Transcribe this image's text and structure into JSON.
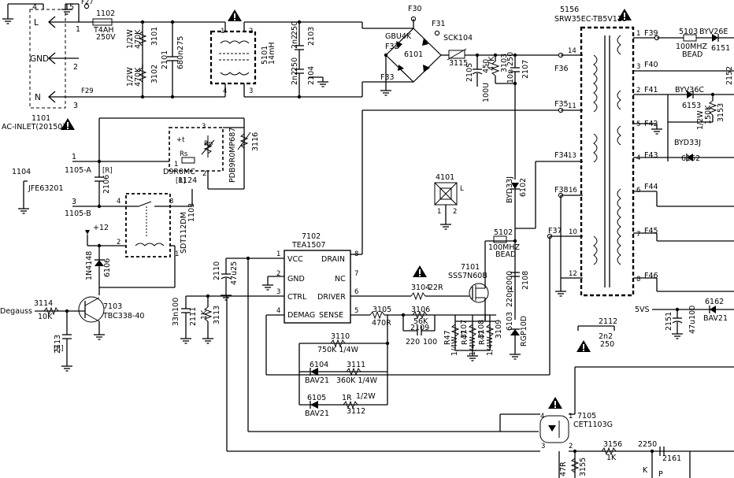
{
  "inlet": {
    "ref": "1101",
    "name": "AC-INLET(20150)",
    "pins": {
      "p4": "4",
      "p5": "5",
      "p2": "2",
      "p1": "1",
      "p3": "3"
    },
    "labels": {
      "L": "L",
      "GND": "GND",
      "N": "N"
    }
  },
  "fuse": {
    "ref": "1102",
    "rating": "T4AH",
    "voltage": "250V"
  },
  "test_points": {
    "F27": "F27",
    "F29": "F29",
    "F30": "F30",
    "F31": "F31",
    "F32": "F32",
    "F33": "F33",
    "F34": "F34",
    "F35": "F35",
    "F36": "F36",
    "F37": "F37",
    "F38": "F38",
    "F39": "F39",
    "F40": "F40",
    "F41": "F41",
    "F42": "F42",
    "F43": "F43",
    "F44": "F44",
    "F45": "F45",
    "F46": "F46"
  },
  "resistors": {
    "r3101": {
      "ref": "3101",
      "value": "470K",
      "power": "1/2W"
    },
    "r3102": {
      "ref": "3102",
      "value": "470K",
      "power": "1/2W"
    },
    "r3114": {
      "ref": "3114",
      "value": "10K"
    },
    "r3113": {
      "ref": "3113",
      "value": "1K"
    },
    "r3104": {
      "ref": "3104",
      "value": "22R"
    },
    "r3105": {
      "ref": "3105",
      "value": "470R"
    },
    "r3106": {
      "ref": "3106",
      "value": "56K"
    },
    "r3110": {
      "ref": "3110",
      "value": "750K 1/4W"
    },
    "r3111": {
      "ref": "3111",
      "value": "360K 1/4W"
    },
    "r3112": {
      "ref": "3112",
      "value": "1R",
      "power": "1/2W"
    },
    "r3103": {
      "ref": "3103",
      "value": "47K"
    },
    "r3107": {
      "ref": "3107",
      "value": "R47",
      "power": "1/4W"
    },
    "r3108": {
      "ref": "3108",
      "value": "R47",
      "power": "1/4W"
    },
    "r3109": {
      "ref": "3109",
      "value": "R47",
      "power": "1/4W"
    },
    "r3153": {
      "ref": "3153",
      "value": "150K",
      "power": "1/2W"
    },
    "r3155": {
      "ref": "3155",
      "value": "47R"
    },
    "r3156": {
      "ref": "3156",
      "value": "1K"
    },
    "r3115": {
      "ref": "3115"
    },
    "r3116": {
      "ref": "3116"
    }
  },
  "capacitors": {
    "c2101": {
      "ref": "2101"
    },
    "c2103": {
      "ref": "2103",
      "value": "2n2",
      "v": "250"
    },
    "c2104": {
      "ref": "2104",
      "value": "2n2",
      "v": "250"
    },
    "c2105": {
      "ref": "2105",
      "value": "100U",
      "v": "450"
    },
    "c2106": {
      "ref": "2106",
      "value": "[R]"
    },
    "c2107": {
      "ref": "2107",
      "value": "10n",
      "v": "250"
    },
    "c2108": {
      "ref": "2108",
      "value": "220p",
      "v": "2000"
    },
    "c2109": {
      "ref": "2109",
      "value": "220"
    },
    "c2110": {
      "ref": "2110",
      "value": "47u25"
    },
    "c2111": {
      "ref": "2111",
      "value": "33n100"
    },
    "c2112": {
      "ref": "2112",
      "value": "2n2",
      "v": "250"
    },
    "c2113": {
      "ref": "2113",
      "value": "[R]"
    },
    "c2151": {
      "ref": "2151",
      "value": "47u100"
    },
    "c2161": {
      "ref": "2161",
      "value": "2250"
    },
    "c2100": {
      "value": "100"
    }
  },
  "c2101_value": "680n275",
  "coil": {
    "ref": "5101",
    "value": "14mH"
  },
  "bridge": {
    "ref": "6101",
    "type": "GBU4K"
  },
  "sck": {
    "ref": "SCK104"
  },
  "ptc": {
    "ref": "1124",
    "name": "D9R0MC",
    "tag": "[R]",
    "alt": "PDB9R0MP687",
    "labels": {
      "t": "+t",
      "rs": "Rs",
      "rp": "Rp"
    },
    "pins": {
      "p1": "1",
      "p2": "2",
      "p3": "3"
    }
  },
  "j1105a": {
    "label": "1105-A",
    "pin": "1"
  },
  "j1105b": {
    "label": "1105-B",
    "pin": "3"
  },
  "j1104": {
    "ref": "1104",
    "name": "JFE63201"
  },
  "relay": {
    "ref": "1103",
    "type": "SDT112DM",
    "pins": {
      "p1": "1",
      "p2": "2",
      "p3": "3",
      "p4": "4"
    }
  },
  "plus12": "+12",
  "d6106": {
    "ref": "6106",
    "type": "1N4148"
  },
  "q7103": {
    "ref": "7103",
    "type": "TBC338-40"
  },
  "degauss": "Degauss",
  "ic7102": {
    "ref": "7102",
    "type": "TEA1507",
    "pins": {
      "vcc": "VCC",
      "gnd": "GND",
      "ctrl": "CTRL",
      "demag": "DEMAG",
      "sense": "SENSE",
      "drain": "DRAIN",
      "nc": "NC",
      "driver": "DRIVER"
    },
    "nums": {
      "n1": "1",
      "n2": "2",
      "n3": "3",
      "n4": "4",
      "n5": "5",
      "n6": "6",
      "n7": "7",
      "n8": "8"
    }
  },
  "q7101": {
    "ref": "7101",
    "type": "SSS7N60B"
  },
  "d6102": {
    "ref": "6102",
    "type": "BYD33J"
  },
  "d6103": {
    "ref": "6103",
    "type": "RGP10D"
  },
  "d6104": {
    "ref": "6104",
    "type": "BAV21"
  },
  "d6105": {
    "ref": "6105",
    "type": "BAV21"
  },
  "bead5102": {
    "ref": "5102",
    "value": "100MHZ",
    "tag": "BEAD"
  },
  "bead5103": {
    "ref": "5103",
    "value": "100MHZ",
    "tag": "BEAD"
  },
  "ic4101": {
    "ref": "4101",
    "pin1": "1",
    "pin2": "2",
    "l": "L"
  },
  "transformer": {
    "ref": "5156",
    "type": "SRW35EC-TB5V118",
    "pins": {
      "p14": "14",
      "p11": "11",
      "p13": "13",
      "p16": "16",
      "p10": "10",
      "p12": "12",
      "p1": "1",
      "p3": "3",
      "p2": "2",
      "p5": "5",
      "p4": "4",
      "p6": "6",
      "p7": "7",
      "p8": "8"
    }
  },
  "d6151": {
    "ref": "6151",
    "type": "BYV26E"
  },
  "d6153": {
    "ref": "6153",
    "type": "BYV36C"
  },
  "d6152": {
    "ref": "6152",
    "type": "BYD33J"
  },
  "d6162": {
    "ref": "6162",
    "type": "BAV21"
  },
  "net2152": "2152",
  "net5vs": "5VS",
  "opto": {
    "ref": "7105",
    "type": "CET1103G",
    "pins": {
      "p1": "1",
      "p2": "2",
      "p3": "3",
      "p4": "4"
    }
  },
  "misc": {
    "k": "K",
    "p": "P"
  }
}
